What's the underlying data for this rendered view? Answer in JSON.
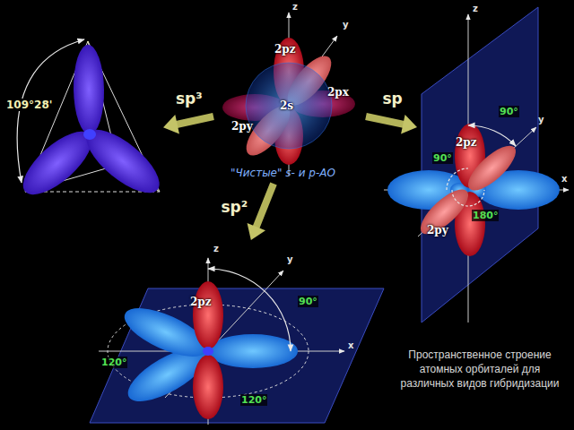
{
  "diagram": {
    "caption": "Пространственное строение атомных орбиталей для различных видов гибридизации",
    "nodes": [
      {
        "text": [
          "z",
          "y",
          "2pz",
          "2px",
          "2s",
          "2py",
          "\"Чистые\" s- и p-АО"
        ]
      },
      {
        "text": [
          "109°28'"
        ]
      },
      {
        "text": [
          "z",
          "y",
          "x",
          "2pz",
          "90°",
          "90°",
          "180°",
          "2py"
        ]
      },
      {
        "text": [
          "z",
          "y",
          "x",
          "2pz",
          "90°",
          "120°",
          "120°"
        ]
      }
    ],
    "edges": [
      {
        "from": 0,
        "to": 1,
        "arrow": "to",
        "label": "sp³"
      },
      {
        "from": 0,
        "to": 2,
        "arrow": "to",
        "label": "sp"
      },
      {
        "from": 0,
        "to": 3,
        "arrow": "to",
        "label": "sp²"
      }
    ]
  }
}
